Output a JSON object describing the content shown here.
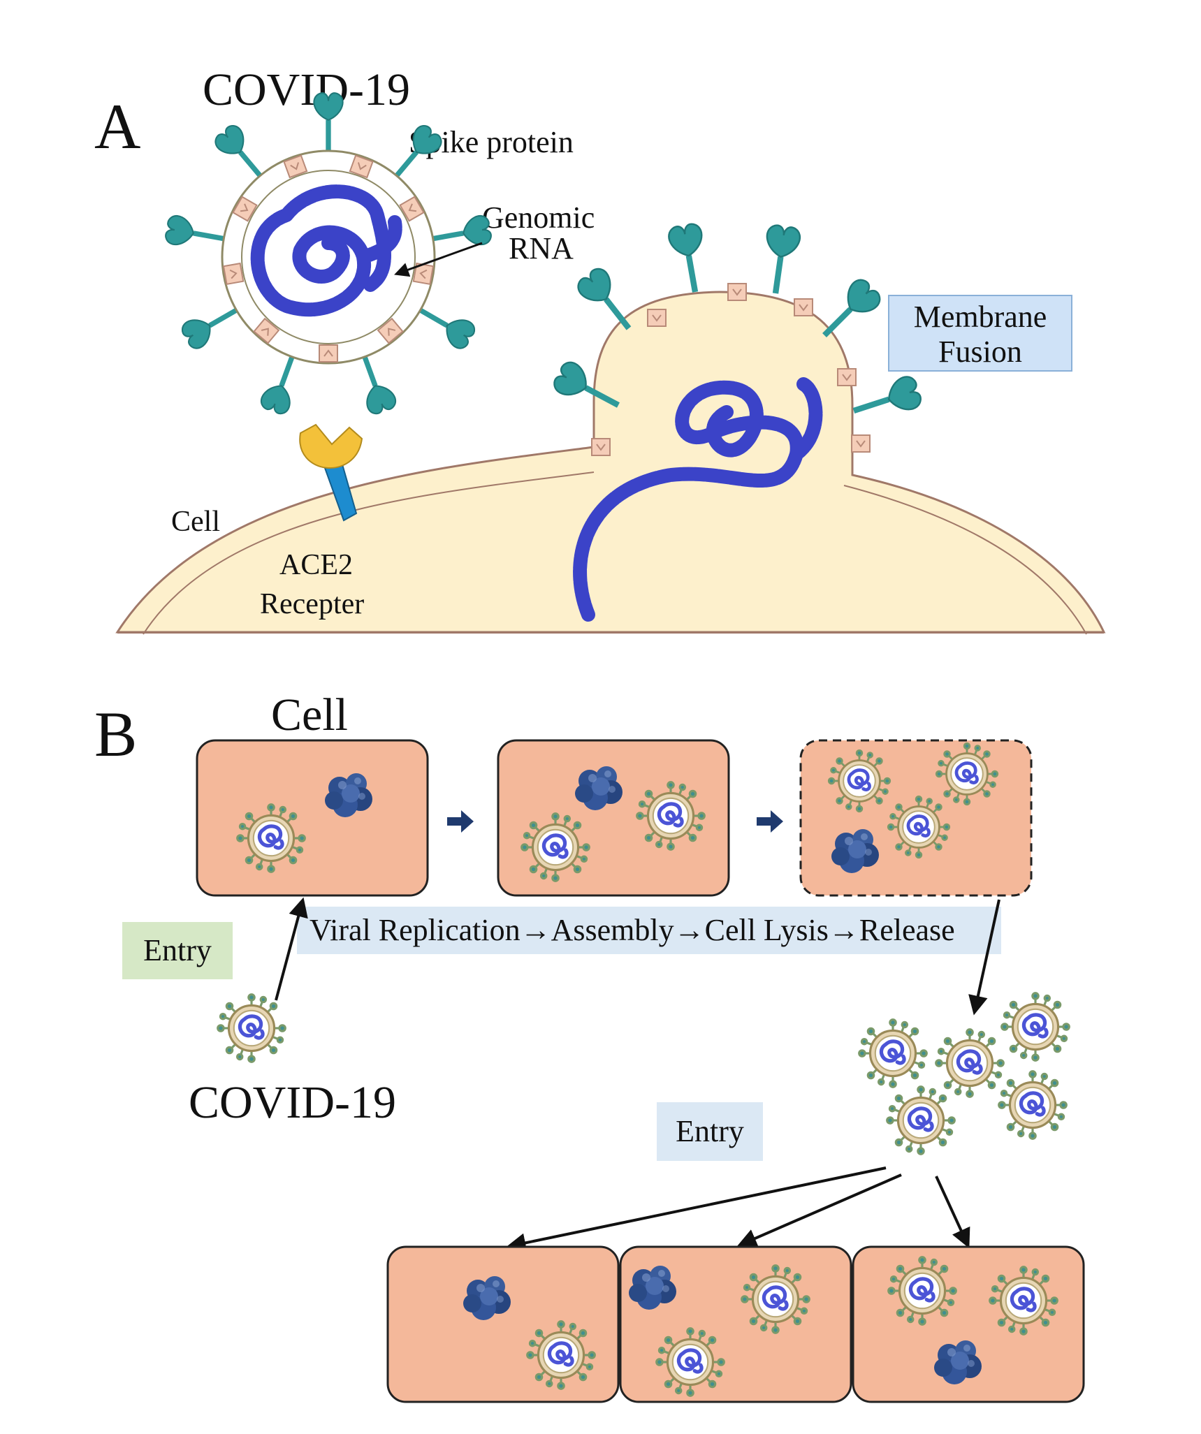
{
  "panel_a": {
    "letter": "A",
    "virus_title": "COVID-19",
    "spike_label": "Spike protein",
    "genomic_label_line1": "Genomic",
    "genomic_label_line2": "RNA",
    "membrane_label_line1": "Membrane",
    "membrane_label_line2": "Fusion",
    "cell_label": "Cell",
    "receptor_label_line1": "ACE2",
    "receptor_label_line2": "Recepter"
  },
  "panel_b": {
    "letter": "B",
    "cell_label": "Cell",
    "entry_label_left": "Entry",
    "process_label": "Viral Replication→Assembly→Cell Lysis→Release",
    "virus_label": "COVID-19",
    "entry_label_right": "Entry"
  },
  "colors": {
    "cell_cytoplasm": "#fdf0cc",
    "spike": "#2e9a9a",
    "rna": "#3b43c8",
    "membrane_protein": "#f5cdb8",
    "receptor_head": "#f3c13a",
    "receptor_stem": "#1d8ccf",
    "cell_box": "#f4b89a",
    "entry_green": "#d6e8c6",
    "info_blue": "#dbe8f4",
    "membrane_box": "#cfe2f7",
    "arrow_navy": "#1f3a6e"
  },
  "icons": {
    "virus": "virus-particle-icon",
    "ribosome": "ribosome-cluster-icon",
    "arrow": "right-arrow-icon"
  }
}
